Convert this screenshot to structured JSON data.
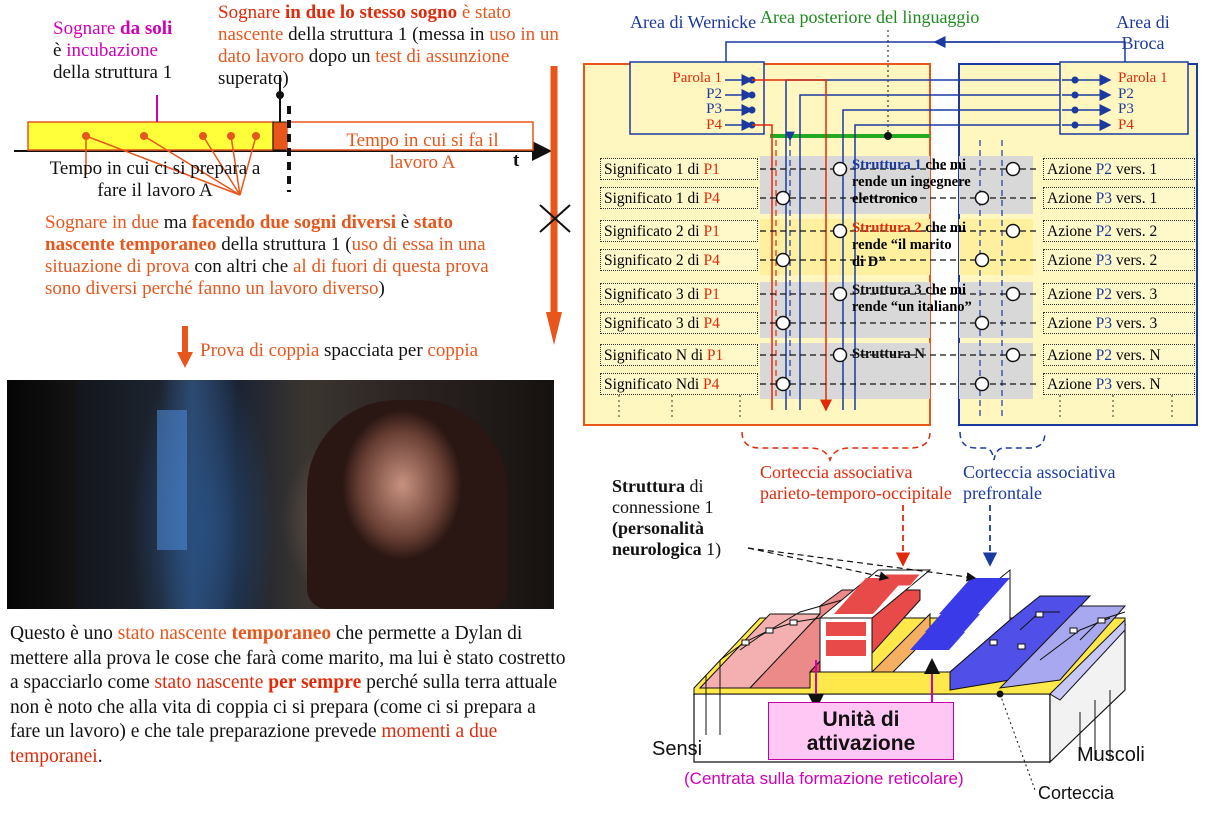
{
  "timeline": {
    "solo_pre": "Sognare ",
    "solo_bold": "da soli",
    "solo_line2_pre": "è ",
    "solo_line2_colored": "incubazione",
    "solo_line3": "della struttura 1",
    "due_pre": "Sognare ",
    "due_bold": "in due lo stesso sogno",
    "due_colored1": "è stato nascente",
    "due_mid": " della struttura 1 (messa in ",
    "due_colored2": "uso",
    "due_line3_pre": "in un dato lavoro",
    "due_line3_post": " dopo un ",
    "due_colored3": "test di assunzione",
    "due_end": " superato)",
    "work_time": "Tempo in cui si fa il lavoro A",
    "axis_t": "t",
    "prep_time": "Tempo in cui ci si prepara a fare il lavoro A",
    "diverse_pre": "Sognare in due",
    "diverse_ma": " ma ",
    "diverse_bold": "facendo due sogni diversi",
    "diverse_e": " è",
    "diverse_bold2": "stato nascente temporaneo",
    "diverse_mid": " della struttura 1 (",
    "diverse_colored": "uso di essa in una situazione di prova",
    "diverse_mid2": " con altri che ",
    "diverse_colored2": "al di fuori di questa prova sono diversi perché fanno un lavoro diverso",
    "diverse_end": ")",
    "prova_colored": "Prova di coppia",
    "prova_mid": " spacciata per ",
    "prova_colored2": "coppia"
  },
  "caption": {
    "p1": "Questo è uno ",
    "c1": "stato nascente ",
    "b1": "temporaneo",
    "p2": " che permette a Dylan di mettere alla prova le cose che farà come marito, ma lui è stato costretto a spacciarlo come ",
    "c2": "stato nascente ",
    "b2": "per sempre",
    "p3": " perché sulla terra attuale non è noto che alla vita di coppia ci si prepara (come ci si prepara a fare un lavoro) e che tale preparazione prevede ",
    "c3": "momenti a due temporanei",
    "p4": "."
  },
  "diagram": {
    "wernicke": "Area di Wernicke",
    "broca": "Area di Broca",
    "posterior": "Area posteriore del linguaggio",
    "words_left": [
      {
        "label": "Parola 1",
        "color": "#e02a0a"
      },
      {
        "label": "P2",
        "color": "#1a3aa0"
      },
      {
        "label": "P3",
        "color": "#1a3aa0"
      },
      {
        "label": "P4",
        "color": "#e02a0a"
      }
    ],
    "words_right": [
      {
        "label": "Parola 1",
        "color": "#e02a0a"
      },
      {
        "label": "P2",
        "color": "#1a3aa0"
      },
      {
        "label": "P3",
        "color": "#1a3aa0"
      },
      {
        "label": "P4",
        "color": "#e02a0a"
      }
    ],
    "meanings": [
      {
        "pre": "Significato 1 di ",
        "p": "P1",
        "pc": "#e02a0a"
      },
      {
        "pre": "Significato 1 di ",
        "p": "P4",
        "pc": "#e02a0a"
      },
      {
        "pre": "Significato 2 di ",
        "p": "P1",
        "pc": "#e02a0a"
      },
      {
        "pre": "Significato 2 di ",
        "p": "P4",
        "pc": "#e02a0a"
      },
      {
        "pre": "Significato 3 di ",
        "p": "P1",
        "pc": "#e02a0a"
      },
      {
        "pre": "Significato 3 di ",
        "p": "P4",
        "pc": "#e02a0a"
      },
      {
        "pre": "Significato N di ",
        "p": "P1",
        "pc": "#e02a0a"
      },
      {
        "pre": "Significato Ndi ",
        "p": "P4",
        "pc": "#e02a0a"
      }
    ],
    "actions": [
      {
        "pre": "Azione ",
        "p": "P2",
        "post": " vers. 1"
      },
      {
        "pre": "Azione ",
        "p": "P3",
        "post": " vers. 1"
      },
      {
        "pre": "Azione ",
        "p": "P2",
        "post": " vers. 2"
      },
      {
        "pre": "Azione ",
        "p": "P3",
        "post": " vers. 2"
      },
      {
        "pre": "Azione ",
        "p": "P2",
        "post": " vers. 3"
      },
      {
        "pre": "Azione ",
        "p": "P3",
        "post": " vers. 3"
      },
      {
        "pre": "Azione ",
        "p": "P2",
        "post": " vers. N"
      },
      {
        "pre": "Azione ",
        "p": "P3",
        "post": " vers. N"
      }
    ],
    "structures": [
      {
        "head": "Struttura 1",
        "rest1": " che mi",
        "rest2": "rende un ingegnere",
        "rest3": "elettronico",
        "color": "#1a3aa0"
      },
      {
        "head": "Struttura 2",
        "rest1": " che mi",
        "rest2": "rende “il marito",
        "rest3": "di D”",
        "color": "#e02a0a"
      },
      {
        "head": "Struttura 3",
        "rest1": " che mi",
        "rest2": "rende “un italiano”",
        "rest3": "",
        "color": "#111111"
      },
      {
        "head": "Struttura N",
        "rest1": "",
        "rest2": "",
        "rest3": "",
        "color": "#111111"
      }
    ],
    "cortex_parietal": "Corteccia associativa parieto-temporo-occipitale",
    "cortex_prefrontal": "Corteccia associativa prefrontale",
    "struct_conn_bold": "Struttura",
    "struct_conn_rest": " di connessione 1",
    "personality_bold": "(personalità neurologica",
    "personality_rest": " 1)",
    "unit_activation": "Unità di attivazione",
    "centered": "(Centrata sulla formazione reticolare)",
    "senses": "Sensi",
    "muscles": "Muscoli",
    "cortex": "Corteccia"
  }
}
